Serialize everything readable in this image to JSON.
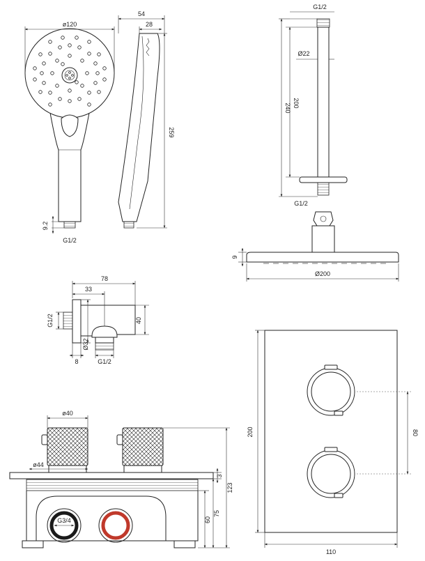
{
  "dimensions": {
    "handshower_diameter": "ø120",
    "handshower_depth": "54",
    "handshower_head_depth": "28",
    "handshower_length": "259",
    "handshower_thread_length": "9.2",
    "handshower_thread": "G1/2",
    "arm_top_thread": "G1/2",
    "arm_tube_diameter": "Ø22",
    "arm_length_200": "200",
    "arm_length_240": "240",
    "arm_bottom_thread": "G1/2",
    "overhead_thickness": "9",
    "overhead_diameter": "Ø200",
    "elbow_length": "78",
    "elbow_outlet": "33",
    "elbow_height": "40",
    "elbow_inlet_thread": "G1/2",
    "elbow_flange_diameter": "Ø32",
    "elbow_flange_depth": "8",
    "elbow_outlet_thread": "G1/2",
    "box_knob_diameter": "ø40",
    "box_trim_diameter": "ø44",
    "box_depth_3": "3",
    "box_height_123": "123",
    "box_height_75": "75",
    "box_height_60": "60",
    "box_inlet_thread": "G3/4",
    "plate_height": "200",
    "plate_knob_spacing": "80",
    "plate_width": "110"
  },
  "colors": {
    "line": "#222222",
    "hot_inlet_ring": "#c0392b",
    "cold_inlet_ring": "#1a1a1a"
  }
}
